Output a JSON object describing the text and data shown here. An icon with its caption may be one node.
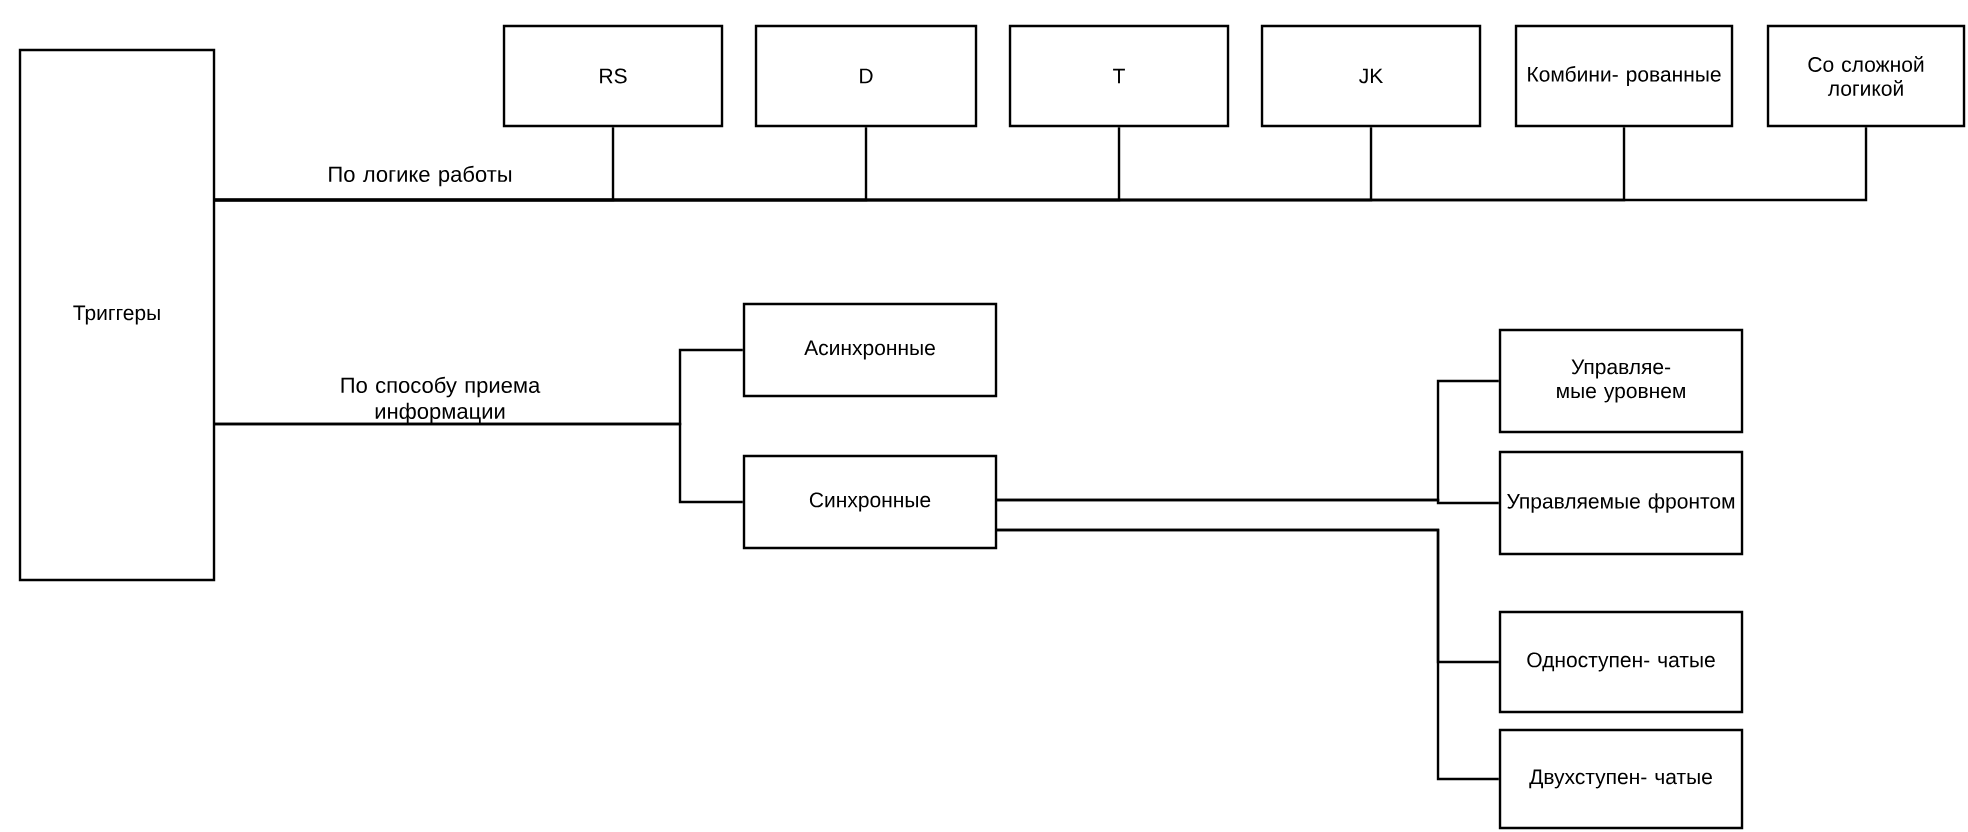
{
  "diagram": {
    "nodes": [
      {
        "text": [
          "Триггеры"
        ]
      },
      {
        "text": [
          "RS"
        ]
      },
      {
        "text": [
          "D"
        ]
      },
      {
        "text": [
          "T"
        ]
      },
      {
        "text": [
          "JK"
        ]
      },
      {
        "text": [
          "Комбини- рованные"
        ]
      },
      {
        "text": [
          "Со сложной логикой"
        ]
      },
      {
        "text": [
          "Асинхронные"
        ]
      },
      {
        "text": [
          "Синхронные"
        ]
      },
      {
        "text": [
          "Управляе- мые уровнем"
        ]
      },
      {
        "text": [
          "Управляемые фронтом"
        ]
      },
      {
        "text": [
          "Одноступен- чатые"
        ]
      },
      {
        "text": [
          "Двухступен- чатые"
        ]
      }
    ],
    "edges": [
      {
        "from": 0,
        "to": 1,
        "arrow": "none"
      },
      {
        "from": 0,
        "to": 2,
        "arrow": "none"
      },
      {
        "from": 0,
        "to": 3,
        "arrow": "none"
      },
      {
        "from": 0,
        "to": 4,
        "arrow": "none"
      },
      {
        "from": 0,
        "to": 5,
        "arrow": "none"
      },
      {
        "from": 0,
        "to": 6,
        "arrow": "none"
      },
      {
        "from": 0,
        "to": 7,
        "arrow": "none"
      },
      {
        "from": 0,
        "to": 8,
        "arrow": "none"
      },
      {
        "from": 8,
        "to": 9,
        "arrow": "none"
      },
      {
        "from": 8,
        "to": 10,
        "arrow": "none"
      },
      {
        "from": 8,
        "to": 11,
        "arrow": "none"
      },
      {
        "from": 8,
        "to": 12,
        "arrow": "none"
      }
    ],
    "labels": [
      "По логике работы",
      "По способу приема информации"
    ]
  }
}
